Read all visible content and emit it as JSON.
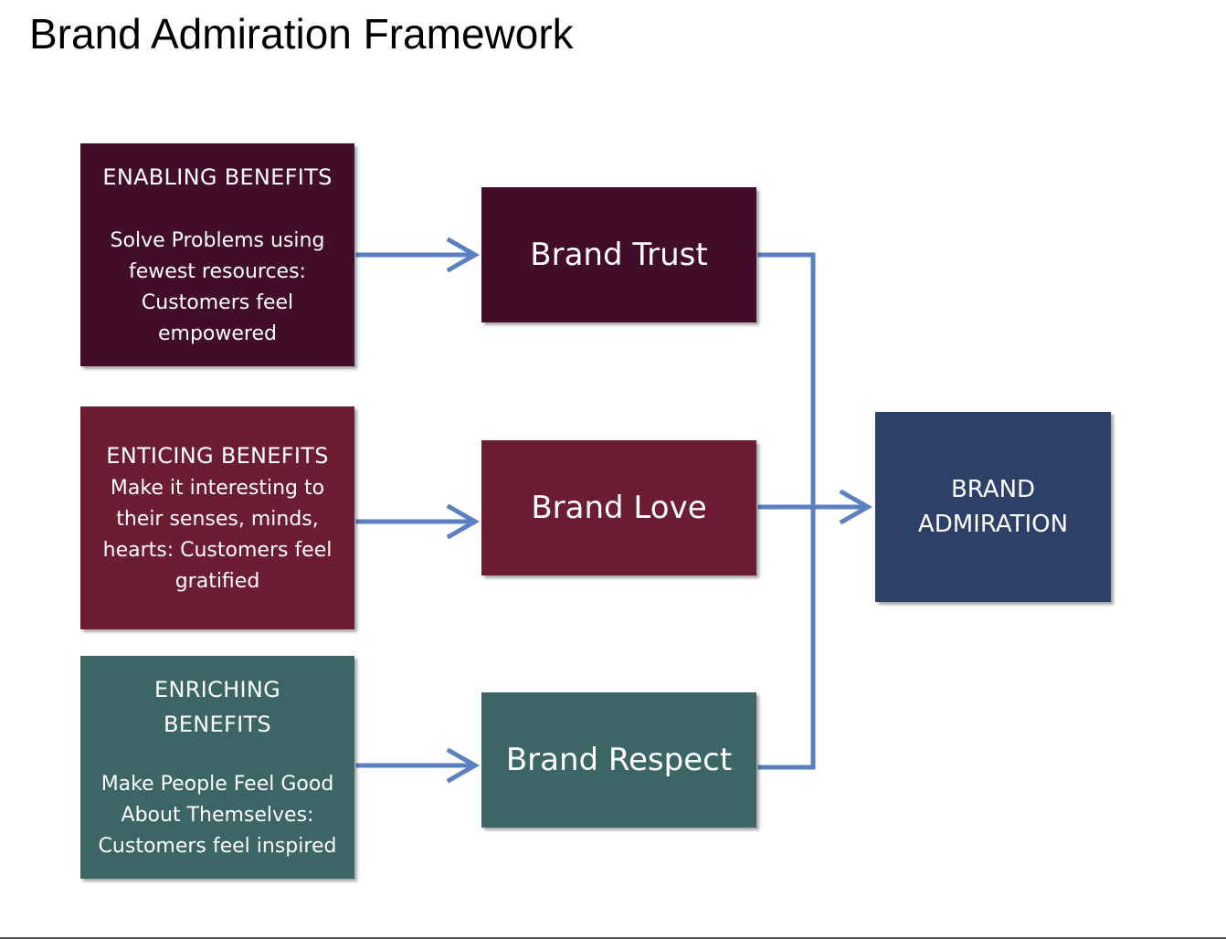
{
  "title": "Brand Admiration Framework",
  "benefits": {
    "enabling": {
      "heading": "ENABLING BENEFITS",
      "description": "Solve Problems using fewest resources: Customers feel empowered"
    },
    "enticing": {
      "heading": "ENTICING BENEFITS",
      "description": "Make it interesting to their senses, minds, hearts: Customers feel gratified"
    },
    "enriching": {
      "heading": "ENRICHING BENEFITS",
      "description": "Make People Feel Good About Themselves: Customers feel inspired"
    }
  },
  "outcomes": {
    "trust": "Brand Trust",
    "love": "Brand Love",
    "respect": "Brand Respect"
  },
  "result": "BRAND ADMIRATION",
  "colors": {
    "enabling": "#420d28",
    "enticing": "#6c1d31",
    "enriching": "#3c6566",
    "admiration": "#2d4068",
    "connector": "#5b7fbf"
  }
}
